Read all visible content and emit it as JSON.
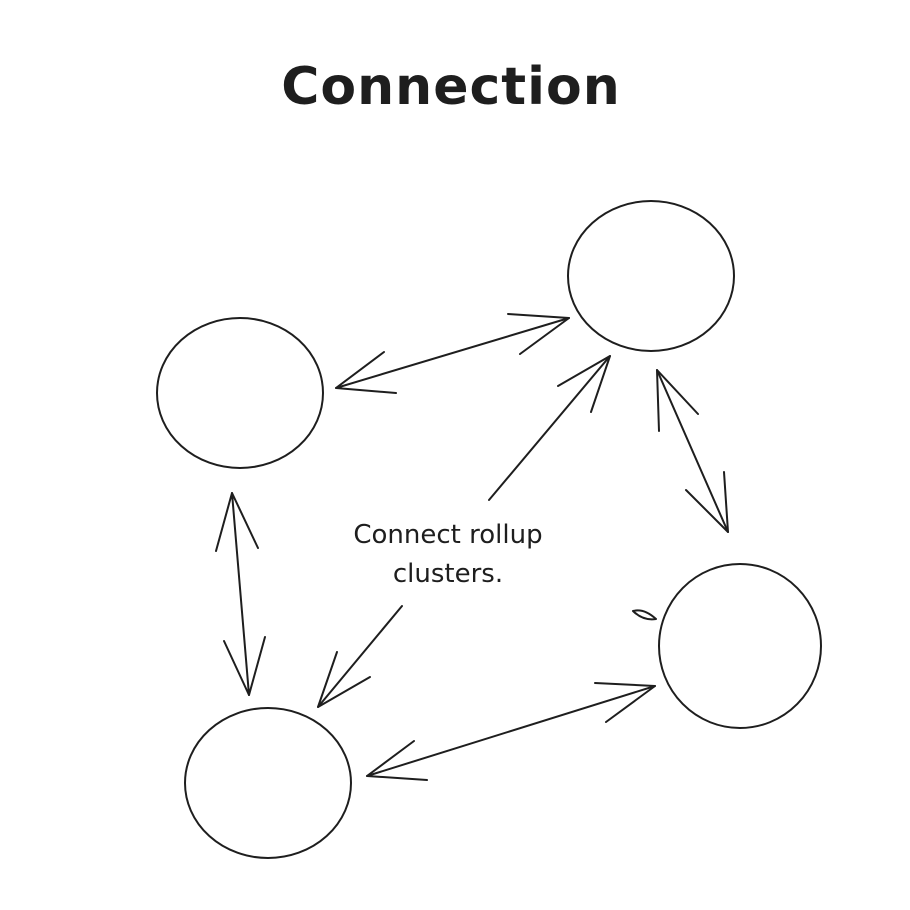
{
  "title": "Connection",
  "label": {
    "line1": "Connect rollup",
    "line2": "clusters."
  },
  "colors": {
    "stroke": "#1e1e1e",
    "background": "#ffffff"
  },
  "nodes": [
    {
      "id": "node-left"
    },
    {
      "id": "node-top-right"
    },
    {
      "id": "node-right"
    },
    {
      "id": "node-bottom-left"
    }
  ]
}
